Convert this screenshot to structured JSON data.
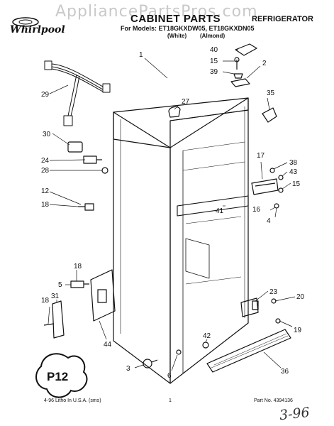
{
  "watermark": "AppliancePartsPros.com",
  "brand": "Whirlpool",
  "header": {
    "title": "CABINET PARTS",
    "appliance": "REFRIGERATOR",
    "models_label": "For Models: ET18GKXDW05, ET18GKXDN05",
    "variant_white": "(White)",
    "variant_almond": "(Almond)"
  },
  "callouts": [
    "1",
    "2",
    "3",
    "4",
    "5",
    "6",
    "12",
    "15",
    "15",
    "16",
    "17",
    "18",
    "18",
    "19",
    "20",
    "23",
    "24",
    "27",
    "28",
    "29",
    "30",
    "31",
    "35",
    "36",
    "38",
    "39",
    "40",
    "41",
    "42",
    "43",
    "44"
  ],
  "footer": {
    "printed": "4-96 Litho In U.S.A. (sms)",
    "page_number": "1",
    "part_no": "Part No. 4394136"
  },
  "stamp_text": "P12",
  "handwritten": "3-96"
}
